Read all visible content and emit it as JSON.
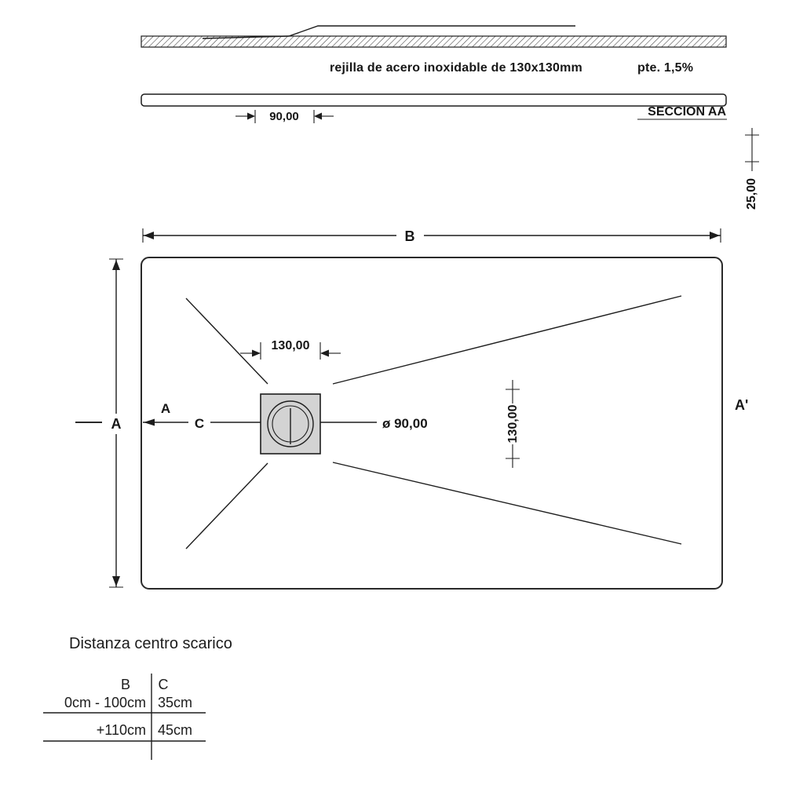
{
  "section_view": {
    "grate_note": "rejilla de acero inoxidable de 130x130mm",
    "slope_label": "pte. 1,5%",
    "dim_width": "90,00",
    "section_label": "SECCION AA",
    "dim_depth": "25,00"
  },
  "plan_view": {
    "dim_b_label": "B",
    "dim_a_label": "A",
    "cut_label_a_inner": "A",
    "offset_label_c": "C",
    "cut_label_a_prime": "A'",
    "dim_drain_top": "130,00",
    "dim_drain_right": "130,00",
    "drain_diameter": "ø 90,00"
  },
  "footer": {
    "title": "Distanza centro scarico",
    "table": {
      "col_b": "B",
      "col_c": "C",
      "rows": [
        {
          "b": "0cm - 100cm",
          "c": "35cm"
        },
        {
          "b": "+110cm",
          "c": "45cm"
        }
      ]
    }
  },
  "colors": {
    "tray_fill": "#d3d3d3",
    "line": "#1d1d1d"
  }
}
